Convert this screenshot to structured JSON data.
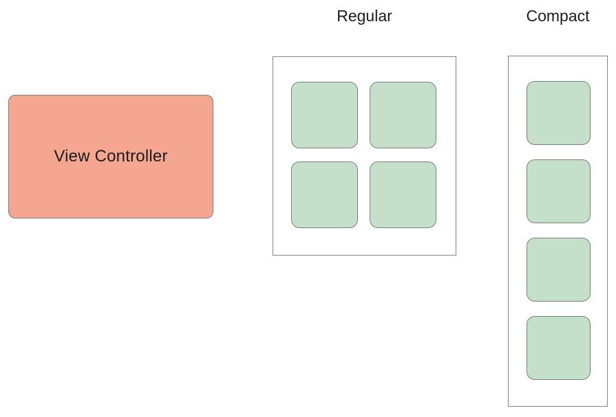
{
  "colors": {
    "salmon": "#F5A690",
    "green": "#C5E0CA",
    "box-border": "#7D7D7D",
    "panel-border": "#848484",
    "text": "#1C1C1C"
  },
  "view_controller": {
    "label": "View Controller"
  },
  "panels": [
    {
      "label": "Regular",
      "box_count": 4
    },
    {
      "label": "Compact",
      "box_count": 4
    }
  ]
}
